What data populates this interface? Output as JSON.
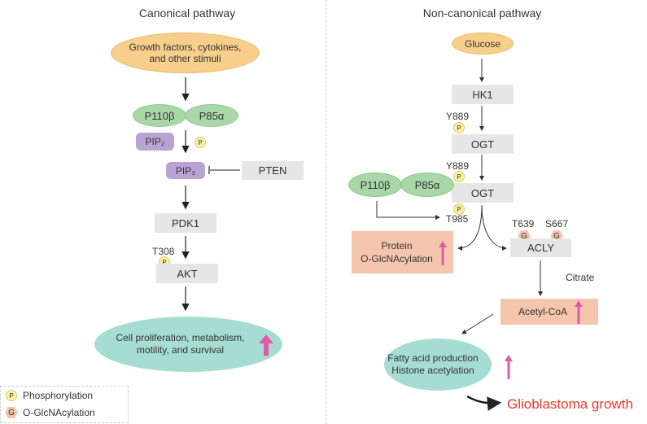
{
  "canonical": {
    "title": "Canonical pathway",
    "stimuli_line1": "Growth factors, cytokines,",
    "stimuli_line2": "and other stimuli",
    "p110": "P110β",
    "p85": "P85α",
    "pip2": "PIP₂",
    "pip3": "PIP₃",
    "pten": "PTEN",
    "pdk1": "PDK1",
    "t308": "T308",
    "akt": "AKT",
    "outcome_line1": "Cell proliferation, metabolism,",
    "outcome_line2": "motility, and survival",
    "p_badge": "P"
  },
  "noncanonical": {
    "title": "Non-canonical pathway",
    "glucose": "Glucose",
    "hk1": "HK1",
    "y889_a": "Y889",
    "ogt_a": "OGT",
    "y889_b": "Y889",
    "ogt_b": "OGT",
    "p110": "P110β",
    "p85": "P85α",
    "t985": "T985",
    "t639": "T639",
    "s667": "S667",
    "acly": "ACLY",
    "protein_line1": "Protein",
    "protein_line2": "O-GlcNAcylation",
    "citrate": "Citrate",
    "acetyl": "Acetyl-CoA",
    "fatty_line1": "Fatty acid production",
    "fatty_line2": "Histone acetylation",
    "glioblastoma": "Glioblastoma growth",
    "p_badge": "P",
    "g_badge": "G"
  },
  "legend": {
    "p_badge": "P",
    "g_badge": "G",
    "phosphorylation": "Phosphorylation",
    "glcnacylation": "O-GlcNAcylation"
  },
  "colors": {
    "upregulation_arrow": "#e05aa8",
    "glioblastoma_text": "#e8392b"
  }
}
